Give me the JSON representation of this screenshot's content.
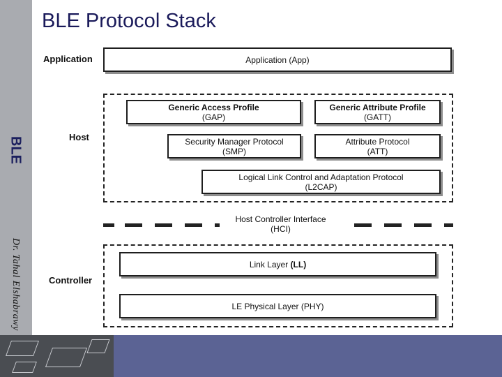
{
  "slide_title": "BLE Protocol Stack",
  "side": {
    "ble_label": "BLE",
    "author": "Dr. Tahal Elshabrawy"
  },
  "diagram": {
    "row_labels": {
      "application": "Application",
      "host": "Host",
      "controller": "Controller"
    },
    "application_box": "Application (App)",
    "host_boxes": {
      "gap": {
        "name": "Generic Access Profile",
        "abbr": "(GAP)"
      },
      "gatt": {
        "name": "Generic Attribute Profile",
        "abbr": "(GATT)"
      },
      "smp": {
        "name": "Security Manager Protocol",
        "abbr": "(SMP)"
      },
      "att": {
        "name": "Attribute Protocol",
        "abbr": "(ATT)"
      },
      "l2cap": {
        "name": "Logical Link Control and Adaptation Protocol",
        "abbr": "(L2CAP)"
      }
    },
    "hci": {
      "name": "Host Controller Interface",
      "abbr": "(HCI)"
    },
    "controller_boxes": {
      "ll": {
        "prefix": "Link Layer",
        "abbr": "(LL)"
      },
      "phy": {
        "name": "LE Physical Layer",
        "abbr": "(PHY)"
      }
    }
  },
  "colors": {
    "title": "#1a1a5a",
    "sidebar": "#a9abb0",
    "footer": "#5b6394",
    "ble_label": "#1b1f5e"
  }
}
